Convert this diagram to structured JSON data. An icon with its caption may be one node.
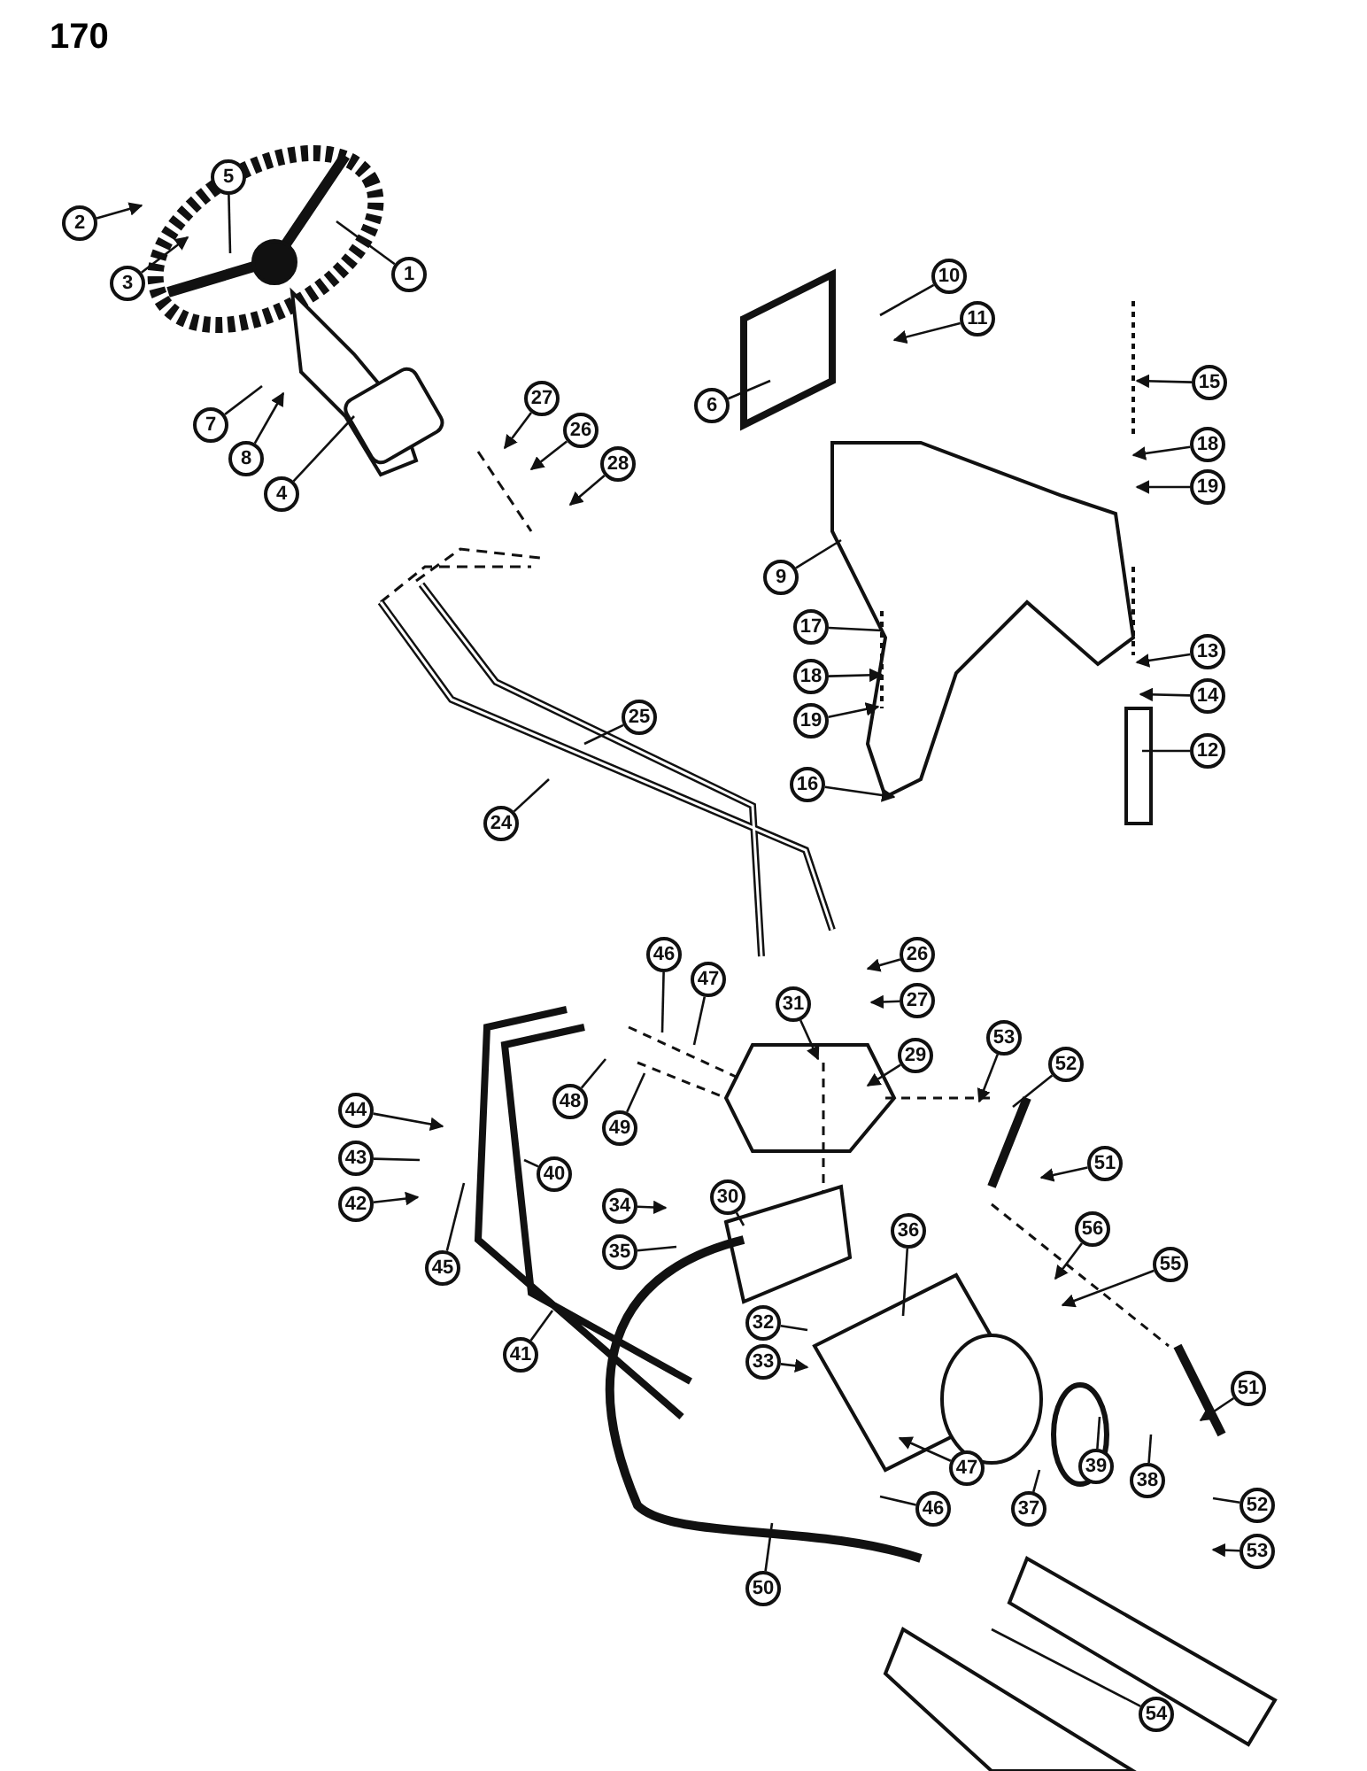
{
  "diagram": {
    "nodes": [
      {
        "text": [
          "1"
        ]
      },
      {
        "text": [
          "2"
        ]
      },
      {
        "text": [
          "3"
        ]
      },
      {
        "text": [
          "5"
        ]
      },
      {
        "text": [
          "4"
        ]
      },
      {
        "text": [
          "7"
        ]
      },
      {
        "text": [
          "8"
        ]
      },
      {
        "text": [
          "6"
        ]
      },
      {
        "text": [
          "10"
        ]
      },
      {
        "text": [
          "11"
        ]
      },
      {
        "text": [
          "15"
        ]
      },
      {
        "text": [
          "18"
        ]
      },
      {
        "text": [
          "19"
        ]
      },
      {
        "text": [
          "9"
        ]
      },
      {
        "text": [
          "17"
        ]
      },
      {
        "text": [
          "18"
        ]
      },
      {
        "text": [
          "19"
        ]
      },
      {
        "text": [
          "13"
        ]
      },
      {
        "text": [
          "14"
        ]
      },
      {
        "text": [
          "12"
        ]
      },
      {
        "text": [
          "16"
        ]
      },
      {
        "text": [
          "27"
        ]
      },
      {
        "text": [
          "26"
        ]
      },
      {
        "text": [
          "28"
        ]
      },
      {
        "text": [
          "25"
        ]
      },
      {
        "text": [
          "24"
        ]
      },
      {
        "text": [
          "26"
        ]
      },
      {
        "text": [
          "27"
        ]
      },
      {
        "text": [
          "46"
        ]
      },
      {
        "text": [
          "47"
        ]
      },
      {
        "text": [
          "31"
        ]
      },
      {
        "text": [
          "29"
        ]
      },
      {
        "text": [
          "53"
        ]
      },
      {
        "text": [
          "52"
        ]
      },
      {
        "text": [
          "48"
        ]
      },
      {
        "text": [
          "49"
        ]
      },
      {
        "text": [
          "44"
        ]
      },
      {
        "text": [
          "43"
        ]
      },
      {
        "text": [
          "42"
        ]
      },
      {
        "text": [
          "45"
        ]
      },
      {
        "text": [
          "40"
        ]
      },
      {
        "text": [
          "34"
        ]
      },
      {
        "text": [
          "30"
        ]
      },
      {
        "text": [
          "35"
        ]
      },
      {
        "text": [
          "36"
        ]
      },
      {
        "text": [
          "51"
        ]
      },
      {
        "text": [
          "56"
        ]
      },
      {
        "text": [
          "55"
        ]
      },
      {
        "text": [
          "32"
        ]
      },
      {
        "text": [
          "33"
        ]
      },
      {
        "text": [
          "41"
        ]
      },
      {
        "text": [
          "47"
        ]
      },
      {
        "text": [
          "46"
        ]
      },
      {
        "text": [
          "39"
        ]
      },
      {
        "text": [
          "38"
        ]
      },
      {
        "text": [
          "51"
        ]
      },
      {
        "text": [
          "37"
        ]
      },
      {
        "text": [
          "52"
        ]
      },
      {
        "text": [
          "53"
        ]
      },
      {
        "text": [
          "50"
        ]
      },
      {
        "text": [
          "54"
        ]
      }
    ],
    "edges": [
      {
        "from": 0,
        "to": null,
        "arrow": "none"
      },
      {
        "from": 1,
        "to": null,
        "arrow": "to"
      },
      {
        "from": 2,
        "to": null,
        "arrow": "to"
      },
      {
        "from": 3,
        "to": null,
        "arrow": "none"
      },
      {
        "from": 4,
        "to": null,
        "arrow": "none"
      },
      {
        "from": 5,
        "to": null,
        "arrow": "none"
      },
      {
        "from": 6,
        "to": null,
        "arrow": "to"
      },
      {
        "from": 7,
        "to": null,
        "arrow": "none"
      },
      {
        "from": 8,
        "to": null,
        "arrow": "none"
      },
      {
        "from": 9,
        "to": null,
        "arrow": "to"
      },
      {
        "from": 10,
        "to": null,
        "arrow": "to"
      },
      {
        "from": 11,
        "to": null,
        "arrow": "to"
      },
      {
        "from": 12,
        "to": null,
        "arrow": "to"
      },
      {
        "from": 13,
        "to": null,
        "arrow": "none"
      },
      {
        "from": 14,
        "to": null,
        "arrow": "none"
      },
      {
        "from": 15,
        "to": null,
        "arrow": "to"
      },
      {
        "from": 16,
        "to": null,
        "arrow": "to"
      },
      {
        "from": 17,
        "to": null,
        "arrow": "to"
      },
      {
        "from": 18,
        "to": null,
        "arrow": "to"
      },
      {
        "from": 19,
        "to": null,
        "arrow": "none"
      },
      {
        "from": 20,
        "to": null,
        "arrow": "to"
      },
      {
        "from": 21,
        "to": null,
        "arrow": "to"
      },
      {
        "from": 22,
        "to": null,
        "arrow": "to"
      },
      {
        "from": 23,
        "to": null,
        "arrow": "to"
      },
      {
        "from": 24,
        "to": null,
        "arrow": "none"
      },
      {
        "from": 25,
        "to": null,
        "arrow": "none"
      },
      {
        "from": 26,
        "to": null,
        "arrow": "to"
      },
      {
        "from": 27,
        "to": null,
        "arrow": "to"
      },
      {
        "from": 28,
        "to": null,
        "arrow": "none"
      },
      {
        "from": 29,
        "to": null,
        "arrow": "none"
      },
      {
        "from": 30,
        "to": null,
        "arrow": "to"
      },
      {
        "from": 31,
        "to": null,
        "arrow": "to"
      },
      {
        "from": 32,
        "to": null,
        "arrow": "to"
      },
      {
        "from": 33,
        "to": null,
        "arrow": "none"
      },
      {
        "from": 34,
        "to": null,
        "arrow": "none"
      },
      {
        "from": 35,
        "to": null,
        "arrow": "none"
      },
      {
        "from": 36,
        "to": null,
        "arrow": "to"
      },
      {
        "from": 37,
        "to": null,
        "arrow": "none"
      },
      {
        "from": 38,
        "to": null,
        "arrow": "to"
      },
      {
        "from": 39,
        "to": null,
        "arrow": "none"
      },
      {
        "from": 40,
        "to": null,
        "arrow": "none"
      },
      {
        "from": 41,
        "to": null,
        "arrow": "to"
      },
      {
        "from": 42,
        "to": null,
        "arrow": "none"
      },
      {
        "from": 43,
        "to": null,
        "arrow": "none"
      },
      {
        "from": 44,
        "to": null,
        "arrow": "none"
      },
      {
        "from": 45,
        "to": null,
        "arrow": "to"
      },
      {
        "from": 46,
        "to": null,
        "arrow": "to"
      },
      {
        "from": 47,
        "to": null,
        "arrow": "to"
      },
      {
        "from": 48,
        "to": null,
        "arrow": "none"
      },
      {
        "from": 49,
        "to": null,
        "arrow": "to"
      },
      {
        "from": 50,
        "to": null,
        "arrow": "none"
      },
      {
        "from": 51,
        "to": null,
        "arrow": "to"
      },
      {
        "from": 52,
        "to": null,
        "arrow": "none"
      },
      {
        "from": 53,
        "to": null,
        "arrow": "none"
      },
      {
        "from": 54,
        "to": null,
        "arrow": "none"
      },
      {
        "from": 55,
        "to": null,
        "arrow": "to"
      },
      {
        "from": 56,
        "to": null,
        "arrow": "none"
      },
      {
        "from": 57,
        "to": null,
        "arrow": "none"
      },
      {
        "from": 58,
        "to": null,
        "arrow": "to"
      },
      {
        "from": 59,
        "to": null,
        "arrow": "none"
      },
      {
        "from": 60,
        "to": null,
        "arrow": "none"
      }
    ],
    "labels": [
      "170"
    ]
  }
}
